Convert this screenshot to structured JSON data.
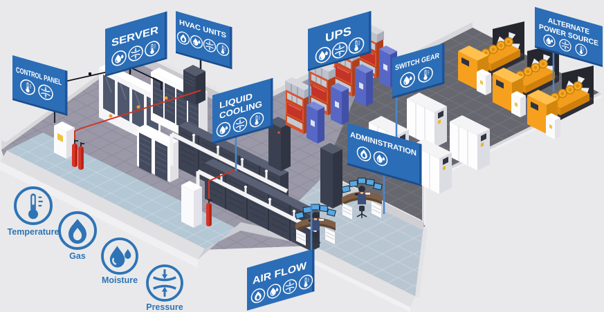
{
  "signs": {
    "control_panel": {
      "label": "CONTROL PANEL",
      "icons": [
        "thermometer",
        "pressure"
      ]
    },
    "server": {
      "label": "SERVER",
      "icons": [
        "moisture",
        "pressure",
        "thermometer"
      ]
    },
    "hvac_units": {
      "label": "HVAC UNITS",
      "icons": [
        "gas",
        "moisture",
        "pressure",
        "thermometer"
      ]
    },
    "liquid_cooling": {
      "line1": "LIQUID",
      "line2": "COOLING",
      "icons": [
        "moisture",
        "pressure",
        "thermometer"
      ]
    },
    "ups": {
      "label": "UPS",
      "icons": [
        "moisture",
        "pressure",
        "thermometer"
      ]
    },
    "switch_gear": {
      "label": "SWITCH GEAR",
      "icons": [
        "moisture",
        "thermometer"
      ]
    },
    "administration": {
      "label": "ADMINISTRATION",
      "icons": [
        "gas",
        "moisture"
      ]
    },
    "alternate_power_source": {
      "line1": "ALTERNATE",
      "line2": "POWER SOURCE",
      "icons": [
        "moisture",
        "pressure",
        "thermometer"
      ]
    },
    "air_flow": {
      "label": "AIR FLOW",
      "icons": [
        "gas",
        "moisture",
        "pressure",
        "thermometer"
      ]
    }
  },
  "legend": {
    "items": [
      {
        "label": "Temperature",
        "icon": "thermometer"
      },
      {
        "label": "Gas",
        "icon": "gas"
      },
      {
        "label": "Moisture",
        "icon": "moisture"
      },
      {
        "label": "Pressure",
        "icon": "pressure"
      }
    ]
  },
  "colors": {
    "sign": "#2b6db6",
    "legend": "#2e74b5",
    "background": "#e9e9eb",
    "floor": "#9b99a8",
    "floor_dark": "#67676f",
    "floor_admin": "#b8c6d2",
    "walkway_blue": "#b3c7d4",
    "generator_yellow": "#f6a01e",
    "ups_blue": "#5767c6",
    "alert_red": "#d93327"
  }
}
